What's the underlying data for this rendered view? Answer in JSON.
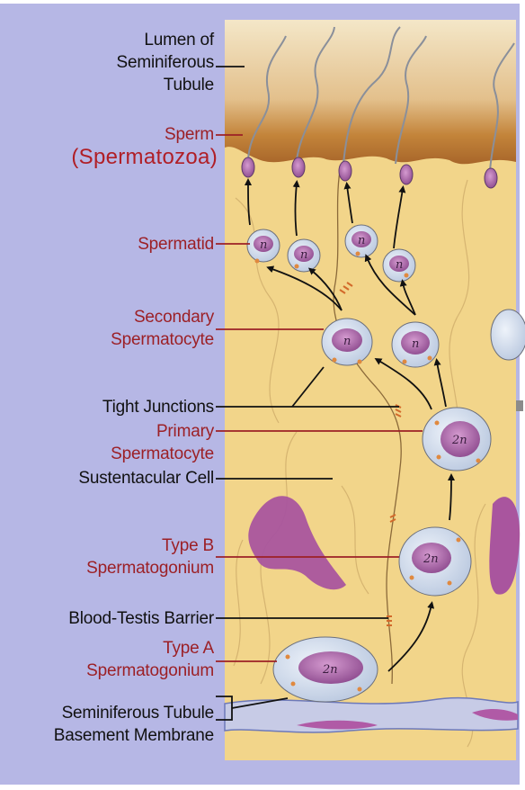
{
  "labels": {
    "lumen": [
      "Lumen of",
      "Seminiferous",
      "Tubule"
    ],
    "sperm": "Sperm",
    "spermatozoa": "(Spermatozoa)",
    "spermatid": "Spermatid",
    "secondary": [
      "Secondary",
      "Spermatocyte"
    ],
    "tight_junctions": "Tight Junctions",
    "primary": [
      "Primary",
      "Spermatocyte"
    ],
    "sustentacular": "Sustentacular Cell",
    "type_b": [
      "Type B",
      "Spermatogonium"
    ],
    "blood_testis": "Blood-Testis Barrier",
    "type_a": [
      "Type A",
      "Spermatogonium"
    ],
    "basement": [
      "Seminiferous Tubule",
      "Basement Membrane"
    ]
  },
  "ploidy": {
    "haploid": "n",
    "diploid": "2n"
  },
  "colors": {
    "background": "#b6b7e5",
    "tissue": "#f2d58a",
    "lumen": "#c98a3c",
    "nucleus": "#a45aa2",
    "cell_body": "#d6e2f2",
    "label_red": "#9c2026",
    "label_black": "#111111"
  }
}
